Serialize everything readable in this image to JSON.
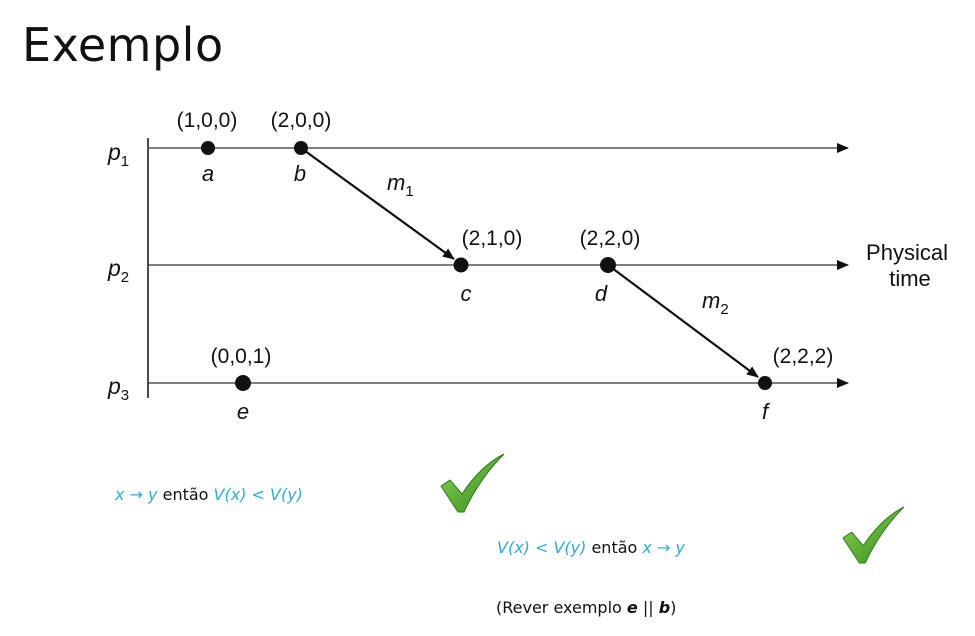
{
  "slide": {
    "title": "Exemplo"
  },
  "diagram": {
    "processes": [
      {
        "name": "p",
        "sub": "1"
      },
      {
        "name": "p",
        "sub": "2"
      },
      {
        "name": "p",
        "sub": "3"
      }
    ],
    "axis_label_line1": "Physical",
    "axis_label_line2": "time",
    "events": [
      {
        "name": "a",
        "stamp": "(1,0,0)",
        "process": 0
      },
      {
        "name": "b",
        "stamp": "(2,0,0)",
        "process": 0
      },
      {
        "name": "c",
        "stamp": "(2,1,0)",
        "process": 1
      },
      {
        "name": "d",
        "stamp": "(2,2,0)",
        "process": 1
      },
      {
        "name": "e",
        "stamp": "(0,0,1)",
        "process": 2
      },
      {
        "name": "f",
        "stamp": "(2,2,2)",
        "process": 2
      }
    ],
    "messages": [
      {
        "name": "m",
        "sub": "1",
        "from": "b",
        "to": "c"
      },
      {
        "name": "m",
        "sub": "2",
        "from": "d",
        "to": "f"
      }
    ]
  },
  "rules": {
    "rule1": {
      "cond": "x → y",
      "mid": " então ",
      "result": "V(x) < V(y)"
    },
    "rule2": {
      "cond": "V(x) < V(y)",
      "mid": " então ",
      "result": "x → y"
    },
    "note": {
      "open": "(Rever exemplo ",
      "a": "e",
      "sep": " || ",
      "b": "b",
      "close": ")"
    }
  },
  "colors": {
    "accent": "#2fa9e0",
    "check": "#3c9a1e"
  },
  "icons": [
    "check-icon",
    "check-icon"
  ]
}
